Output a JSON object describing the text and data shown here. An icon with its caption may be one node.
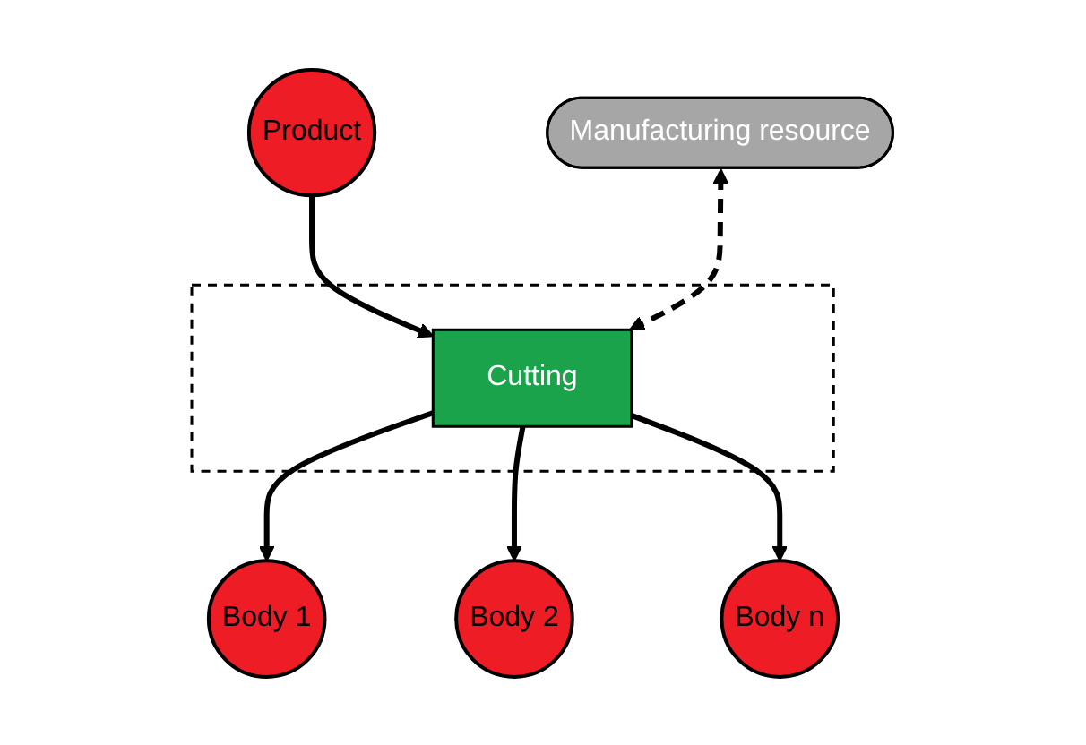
{
  "diagram": {
    "nodes": [
      {
        "text": [],
        "shape": "box"
      },
      {
        "text": [
          "Product"
        ]
      },
      {
        "text": [
          "Cutting"
        ],
        "in": 0
      },
      {
        "text": [
          "Manufacturing resource"
        ]
      },
      {
        "text": [
          "Body 1"
        ]
      },
      {
        "text": [
          "Body 2"
        ]
      },
      {
        "text": [
          "Body n"
        ]
      }
    ],
    "edges": [
      {
        "from": 1,
        "to": 2,
        "arrow": "to"
      },
      {
        "from": 3,
        "to": 2,
        "arrow": "both",
        "style": "dashed"
      },
      {
        "from": 2,
        "to": 4,
        "arrow": "to"
      },
      {
        "from": 2,
        "to": 5,
        "arrow": "to"
      },
      {
        "from": 2,
        "to": 6,
        "arrow": "to"
      }
    ]
  }
}
